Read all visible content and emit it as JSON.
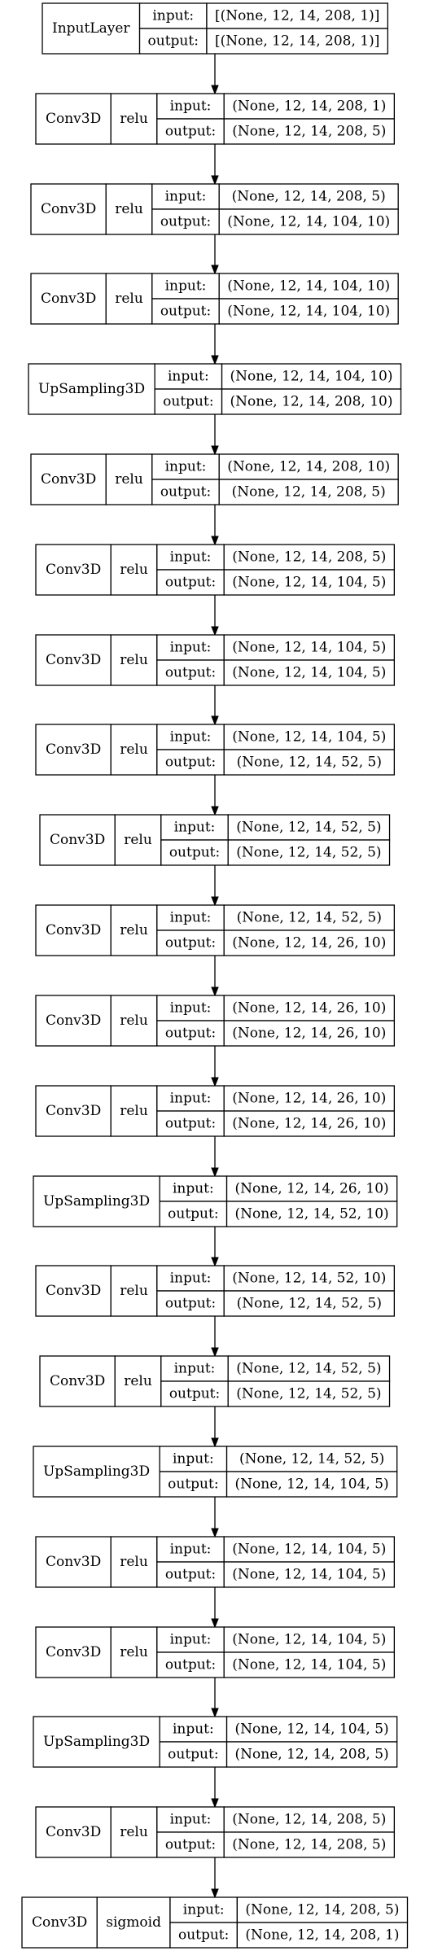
{
  "title": "",
  "layers": [
    {
      "type": "InputLayer",
      "act": "",
      "input": "[(None, 12, 14, 208, 1)]",
      "output": "[(None, 12, 14, 208, 1)]"
    },
    {
      "type": "Conv3D",
      "act": "relu",
      "input": "(None, 12, 14, 208, 1)",
      "output": "(None, 12, 14, 208, 5)"
    },
    {
      "type": "Conv3D",
      "act": "relu",
      "input": "(None, 12, 14, 208, 5)",
      "output": "(None, 12, 14, 104, 10)"
    },
    {
      "type": "Conv3D",
      "act": "relu",
      "input": "(None, 12, 14, 104, 10)",
      "output": "(None, 12, 14, 104, 10)"
    },
    {
      "type": "UpSampling3D",
      "act": "",
      "input": "(None, 12, 14, 104, 10)",
      "output": "(None, 12, 14, 208, 10)"
    },
    {
      "type": "Conv3D",
      "act": "relu",
      "input": "(None, 12, 14, 208, 10)",
      "output": "(None, 12, 14, 208, 5)"
    },
    {
      "type": "Conv3D",
      "act": "relu",
      "input": "(None, 12, 14, 208, 5)",
      "output": "(None, 12, 14, 104, 5)"
    },
    {
      "type": "Conv3D",
      "act": "relu",
      "input": "(None, 12, 14, 104, 5)",
      "output": "(None, 12, 14, 104, 5)"
    },
    {
      "type": "Conv3D",
      "act": "relu",
      "input": "(None, 12, 14, 104, 5)",
      "output": "(None, 12, 14, 52, 5)"
    },
    {
      "type": "Conv3D",
      "act": "relu",
      "input": "(None, 12, 14, 52, 5)",
      "output": "(None, 12, 14, 52, 5)"
    },
    {
      "type": "Conv3D",
      "act": "relu",
      "input": "(None, 12, 14, 52, 5)",
      "output": "(None, 12, 14, 26, 10)"
    },
    {
      "type": "Conv3D",
      "act": "relu",
      "input": "(None, 12, 14, 26, 10)",
      "output": "(None, 12, 14, 26, 10)"
    },
    {
      "type": "Conv3D",
      "act": "relu",
      "input": "(None, 12, 14, 26, 10)",
      "output": "(None, 12, 14, 26, 10)"
    },
    {
      "type": "UpSampling3D",
      "act": "",
      "input": "(None, 12, 14, 26, 10)",
      "output": "(None, 12, 14, 52, 10)"
    },
    {
      "type": "Conv3D",
      "act": "relu",
      "input": "(None, 12, 14, 52, 10)",
      "output": "(None, 12, 14, 52, 5)"
    },
    {
      "type": "Conv3D",
      "act": "relu",
      "input": "(None, 12, 14, 52, 5)",
      "output": "(None, 12, 14, 52, 5)"
    },
    {
      "type": "UpSampling3D",
      "act": "",
      "input": "(None, 12, 14, 52, 5)",
      "output": "(None, 12, 14, 104, 5)"
    },
    {
      "type": "Conv3D",
      "act": "relu",
      "input": "(None, 12, 14, 104, 5)",
      "output": "(None, 12, 14, 104, 5)"
    },
    {
      "type": "Conv3D",
      "act": "relu",
      "input": "(None, 12, 14, 104, 5)",
      "output": "(None, 12, 14, 104, 5)"
    },
    {
      "type": "UpSampling3D",
      "act": "",
      "input": "(None, 12, 14, 104, 5)",
      "output": "(None, 12, 14, 208, 5)"
    },
    {
      "type": "Conv3D",
      "act": "relu",
      "input": "(None, 12, 14, 208, 5)",
      "output": "(None, 12, 14, 208, 5)"
    },
    {
      "type": "Conv3D",
      "act": "sigmoid",
      "input": "(None, 12, 14, 208, 5)",
      "output": "(None, 12, 14, 208, 1)"
    }
  ],
  "labels": {
    "input": "input:",
    "output": "output:"
  },
  "colors": {
    "line": "#000000",
    "background": "#ffffff"
  }
}
